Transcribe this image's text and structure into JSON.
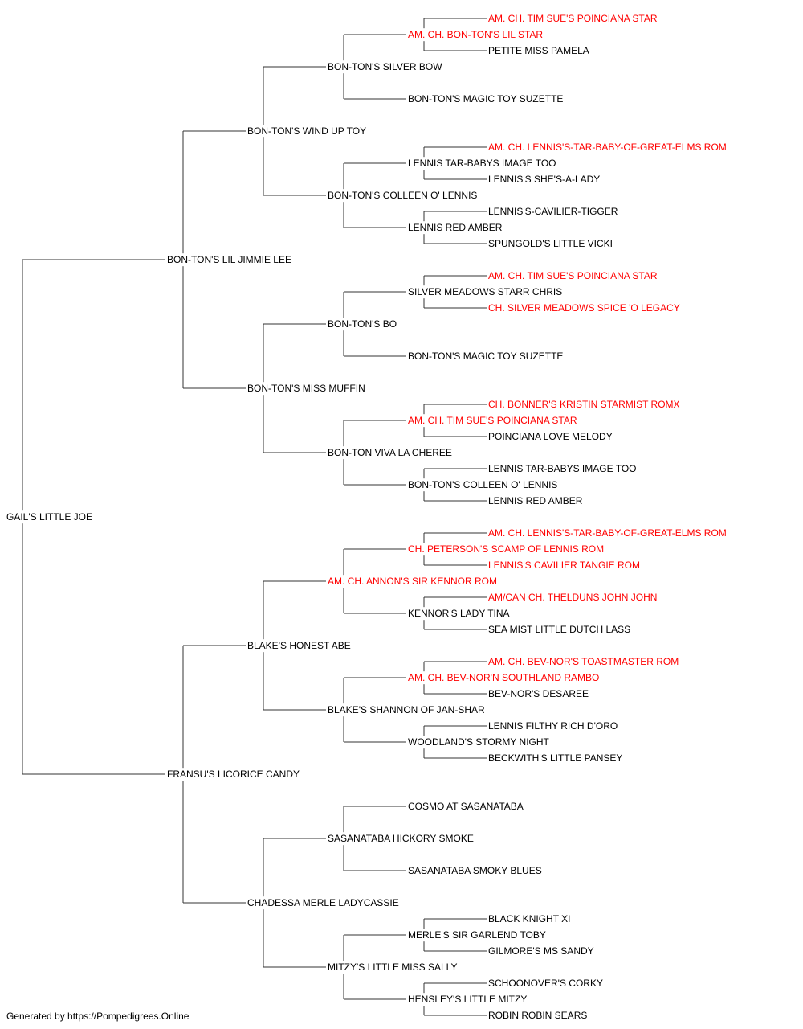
{
  "colors": {
    "champion": "#ff0000",
    "normal": "#000000",
    "line": "#333333"
  },
  "footer": "Generated by https://Pompedigrees.Online",
  "pedigree": {
    "name": "GAIL'S LITTLE JOE",
    "champion": false,
    "sire": {
      "name": "BON-TON'S LIL JIMMIE LEE",
      "champion": false,
      "sire": {
        "name": "BON-TON'S WIND UP TOY",
        "champion": false,
        "sire": {
          "name": "BON-TON'S SILVER BOW",
          "champion": false,
          "sire": {
            "name": "AM. CH. BON-TON'S LIL STAR",
            "champion": true,
            "sire": {
              "name": "AM. CH. TIM SUE'S POINCIANA STAR",
              "champion": true
            },
            "dam": {
              "name": "PETITE MISS PAMELA",
              "champion": false
            }
          },
          "dam": {
            "name": "BON-TON'S MAGIC TOY SUZETTE",
            "champion": false
          }
        },
        "dam": {
          "name": "BON-TON'S COLLEEN O' LENNIS",
          "champion": false,
          "sire": {
            "name": "LENNIS TAR-BABYS IMAGE TOO",
            "champion": false,
            "sire": {
              "name": "AM. CH. LENNIS'S-TAR-BABY-OF-GREAT-ELMS ROM",
              "champion": true
            },
            "dam": {
              "name": "LENNIS'S SHE'S-A-LADY",
              "champion": false
            }
          },
          "dam": {
            "name": "LENNIS RED AMBER",
            "champion": false,
            "sire": {
              "name": "LENNIS'S-CAVILIER-TIGGER",
              "champion": false
            },
            "dam": {
              "name": "SPUNGOLD'S LITTLE VICKI",
              "champion": false
            }
          }
        }
      },
      "dam": {
        "name": "BON-TON'S MISS MUFFIN",
        "champion": false,
        "sire": {
          "name": "BON-TON'S BO",
          "champion": false,
          "sire": {
            "name": "SILVER MEADOWS STARR CHRIS",
            "champion": false,
            "sire": {
              "name": "AM. CH. TIM SUE'S POINCIANA STAR",
              "champion": true
            },
            "dam": {
              "name": "CH. SILVER MEADOWS SPICE 'O LEGACY",
              "champion": true
            }
          },
          "dam": {
            "name": "BON-TON'S MAGIC TOY SUZETTE",
            "champion": false
          }
        },
        "dam": {
          "name": "BON-TON VIVA LA CHEREE",
          "champion": false,
          "sire": {
            "name": "AM. CH. TIM SUE'S POINCIANA STAR",
            "champion": true,
            "sire": {
              "name": "CH. BONNER'S KRISTIN STARMIST ROMX",
              "champion": true
            },
            "dam": {
              "name": "POINCIANA LOVE MELODY",
              "champion": false
            }
          },
          "dam": {
            "name": "BON-TON'S COLLEEN O' LENNIS",
            "champion": false,
            "sire": {
              "name": "LENNIS TAR-BABYS IMAGE TOO",
              "champion": false
            },
            "dam": {
              "name": "LENNIS RED AMBER",
              "champion": false
            }
          }
        }
      }
    },
    "dam": {
      "name": "FRANSU'S LICORICE CANDY",
      "champion": false,
      "sire": {
        "name": "BLAKE'S HONEST ABE",
        "champion": false,
        "sire": {
          "name": "AM. CH. ANNON'S SIR KENNOR ROM",
          "champion": true,
          "sire": {
            "name": "CH. PETERSON'S SCAMP OF LENNIS ROM",
            "champion": true,
            "sire": {
              "name": "AM. CH. LENNIS'S-TAR-BABY-OF-GREAT-ELMS ROM",
              "champion": true
            },
            "dam": {
              "name": "LENNIS'S CAVILIER TANGIE ROM",
              "champion": true
            }
          },
          "dam": {
            "name": "KENNOR'S LADY TINA",
            "champion": false,
            "sire": {
              "name": "AM/CAN CH. THELDUNS JOHN JOHN",
              "champion": true
            },
            "dam": {
              "name": "SEA MIST LITTLE DUTCH LASS",
              "champion": false
            }
          }
        },
        "dam": {
          "name": "BLAKE'S SHANNON OF JAN-SHAR",
          "champion": false,
          "sire": {
            "name": "AM. CH. BEV-NOR'N SOUTHLAND RAMBO",
            "champion": true,
            "sire": {
              "name": "AM. CH. BEV-NOR'S TOASTMASTER ROM",
              "champion": true
            },
            "dam": {
              "name": "BEV-NOR'S DESAREE",
              "champion": false
            }
          },
          "dam": {
            "name": "WOODLAND'S STORMY NIGHT",
            "champion": false,
            "sire": {
              "name": "LENNIS FILTHY RICH D'ORO",
              "champion": false
            },
            "dam": {
              "name": "BECKWITH'S LITTLE PANSEY",
              "champion": false
            }
          }
        }
      },
      "dam": {
        "name": "CHADESSA MERLE LADYCASSIE",
        "champion": false,
        "sire": {
          "name": "SASANATABA HICKORY SMOKE",
          "champion": false,
          "sire": {
            "name": "COSMO AT SASANATABA",
            "champion": false
          },
          "dam": {
            "name": "SASANATABA SMOKY BLUES",
            "champion": false
          }
        },
        "dam": {
          "name": "MITZY'S LITTLE MISS SALLY",
          "champion": false,
          "sire": {
            "name": "MERLE'S SIR GARLEND TOBY",
            "champion": false,
            "sire": {
              "name": "BLACK KNIGHT XI",
              "champion": false
            },
            "dam": {
              "name": "GILMORE'S MS SANDY",
              "champion": false
            }
          },
          "dam": {
            "name": "HENSLEY'S LITTLE MITZY",
            "champion": false,
            "sire": {
              "name": "SCHOONOVER'S CORKY",
              "champion": false
            },
            "dam": {
              "name": "ROBIN ROBIN SEARS",
              "champion": false
            }
          }
        }
      }
    }
  }
}
